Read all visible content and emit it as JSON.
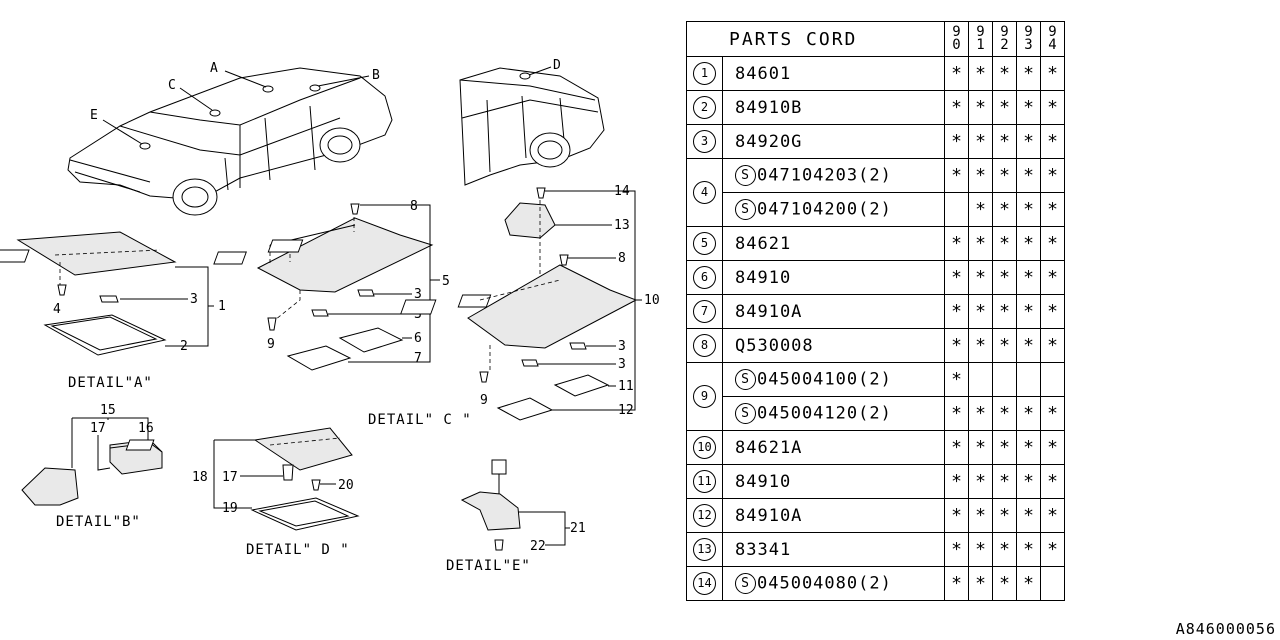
{
  "diagram": {
    "callouts": {
      "A": "A",
      "B": "B",
      "C": "C",
      "D": "D",
      "E": "E",
      "n1": "1",
      "n2": "2",
      "n3": "3",
      "n4": "4",
      "n5": "5",
      "n6": "6",
      "n7": "7",
      "n8": "8",
      "n9": "9",
      "n10": "10",
      "n11": "11",
      "n12": "12",
      "n13": "13",
      "n14": "14",
      "n15": "15",
      "n16": "16",
      "n17": "17",
      "n18": "18",
      "n19": "19",
      "n20": "20",
      "n21": "21",
      "n22": "22"
    },
    "details": {
      "a": "DETAIL\"A\"",
      "b": "DETAIL\"B\"",
      "c": "DETAIL\" C \"",
      "d": "DETAIL\" D \"",
      "e": "DETAIL\"E\""
    }
  },
  "table": {
    "header": "PARTS CORD",
    "years": [
      "90",
      "91",
      "92",
      "93",
      "94"
    ],
    "rows": [
      {
        "idx": "1",
        "code": "84601",
        "marks": [
          "*",
          "*",
          "*",
          "*",
          "*"
        ]
      },
      {
        "idx": "2",
        "code": "84910B",
        "marks": [
          "*",
          "*",
          "*",
          "*",
          "*"
        ]
      },
      {
        "idx": "3",
        "code": "84920G",
        "marks": [
          "*",
          "*",
          "*",
          "*",
          "*"
        ]
      },
      {
        "idx": "4",
        "code": "047104203(2)",
        "s": true,
        "marks": [
          "*",
          "*",
          "*",
          "*",
          "*"
        ]
      },
      {
        "idx": "",
        "code": "047104200(2)",
        "s": true,
        "marks": [
          "",
          "*",
          "*",
          "*",
          "*"
        ]
      },
      {
        "idx": "5",
        "code": "84621",
        "marks": [
          "*",
          "*",
          "*",
          "*",
          "*"
        ]
      },
      {
        "idx": "6",
        "code": "84910",
        "marks": [
          "*",
          "*",
          "*",
          "*",
          "*"
        ]
      },
      {
        "idx": "7",
        "code": "84910A",
        "marks": [
          "*",
          "*",
          "*",
          "*",
          "*"
        ]
      },
      {
        "idx": "8",
        "code": "Q530008",
        "marks": [
          "*",
          "*",
          "*",
          "*",
          "*"
        ]
      },
      {
        "idx": "9",
        "code": "045004100(2)",
        "s": true,
        "marks": [
          "*",
          "",
          "",
          "",
          ""
        ]
      },
      {
        "idx": "",
        "code": "045004120(2)",
        "s": true,
        "marks": [
          "*",
          "*",
          "*",
          "*",
          "*"
        ]
      },
      {
        "idx": "10",
        "code": "84621A",
        "marks": [
          "*",
          "*",
          "*",
          "*",
          "*"
        ]
      },
      {
        "idx": "11",
        "code": "84910",
        "marks": [
          "*",
          "*",
          "*",
          "*",
          "*"
        ]
      },
      {
        "idx": "12",
        "code": "84910A",
        "marks": [
          "*",
          "*",
          "*",
          "*",
          "*"
        ]
      },
      {
        "idx": "13",
        "code": "83341",
        "marks": [
          "*",
          "*",
          "*",
          "*",
          "*"
        ]
      },
      {
        "idx": "14",
        "code": "045004080(2)",
        "s": true,
        "marks": [
          "*",
          "*",
          "*",
          "*",
          ""
        ]
      }
    ]
  },
  "catalog_id": "A846000056",
  "s_mark": "S"
}
